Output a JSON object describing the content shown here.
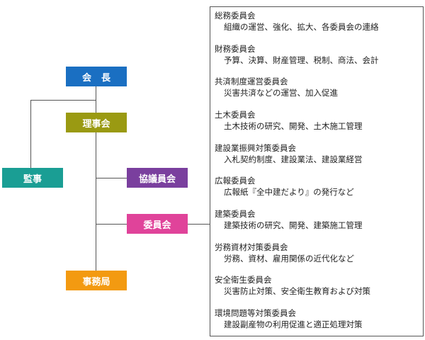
{
  "org": {
    "chairman": "会長",
    "board": "理事会",
    "auditor": "監事",
    "council": "協議員会",
    "committee": "委員会",
    "office": "事務局"
  },
  "committees": [
    {
      "name": "総務委員会",
      "desc": "組織の運営、強化、拡大、各委員会の連絡"
    },
    {
      "name": "財務委員会",
      "desc": "予算、決算、財産管理、税制、商法、会計"
    },
    {
      "name": "共済制度運営委員会",
      "desc": "災害共済などの運営、加入促進"
    },
    {
      "name": "土木委員会",
      "desc": "土木技術の研究、開発、土木施工管理"
    },
    {
      "name": "建設業振興対策委員会",
      "desc": "入札契約制度、建設業法、建設業経営"
    },
    {
      "name": "広報委員会",
      "desc": "広報紙『全中建だより』の発行など"
    },
    {
      "name": "建築委員会",
      "desc": "建築技術の研究、開発、建築施工管理"
    },
    {
      "name": "労務資材対策委員会",
      "desc": "労務、資材、雇用関係の近代化など"
    },
    {
      "name": "安全衛生委員会",
      "desc": "災害防止対策、安全衛生教育および対策"
    },
    {
      "name": "環境問題等対策委員会",
      "desc": "建設副産物の利用促進と適正処理対策"
    }
  ]
}
